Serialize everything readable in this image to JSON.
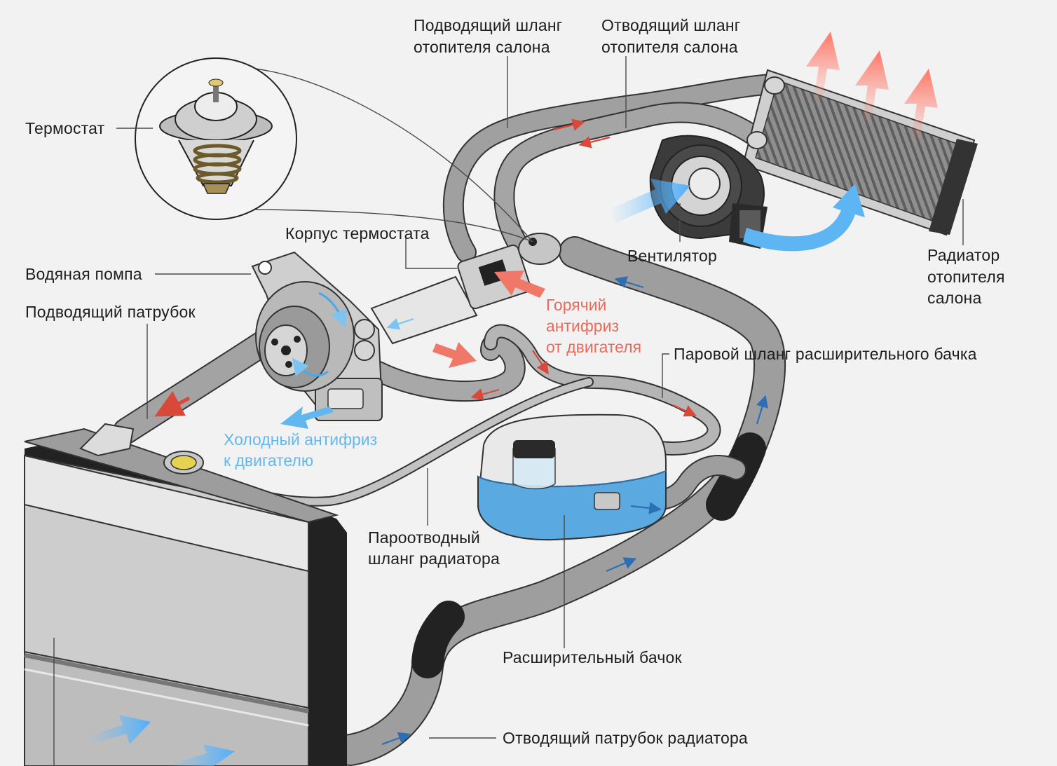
{
  "labels": {
    "thermostat": "Термостат",
    "heater_inlet_hose": [
      "Подводящий шланг",
      "отопителя салона"
    ],
    "heater_outlet_hose": [
      "Отводящий шланг",
      "отопителя салона"
    ],
    "thermostat_housing": "Корпус термостата",
    "water_pump": "Водяная помпа",
    "inlet_pipe": "Подводящий патрубок",
    "fan": "Вентилятор",
    "heater_core": [
      "Радиатор",
      "отопителя",
      "салона"
    ],
    "hot_coolant": [
      "Горячий",
      "антифриз",
      "от двигателя"
    ],
    "tank_steam_hose": "Паровой шланг расширительного бачка",
    "cold_coolant": [
      "Холодный антифриз",
      "к двигателю"
    ],
    "radiator_vent_hose": [
      "Пароотводный",
      "шланг радиатора"
    ],
    "expansion_tank": "Расширительный бачок",
    "radiator_outlet_pipe": "Отводящий патрубок радиатора"
  },
  "colors": {
    "hot": "#ec6a5b",
    "cold": "#62b8ee",
    "coolant": "#5aa9e0",
    "hose": "#9b9b9b",
    "hose_dark": "#2a2a2a",
    "metal": "#c9c9c9"
  }
}
